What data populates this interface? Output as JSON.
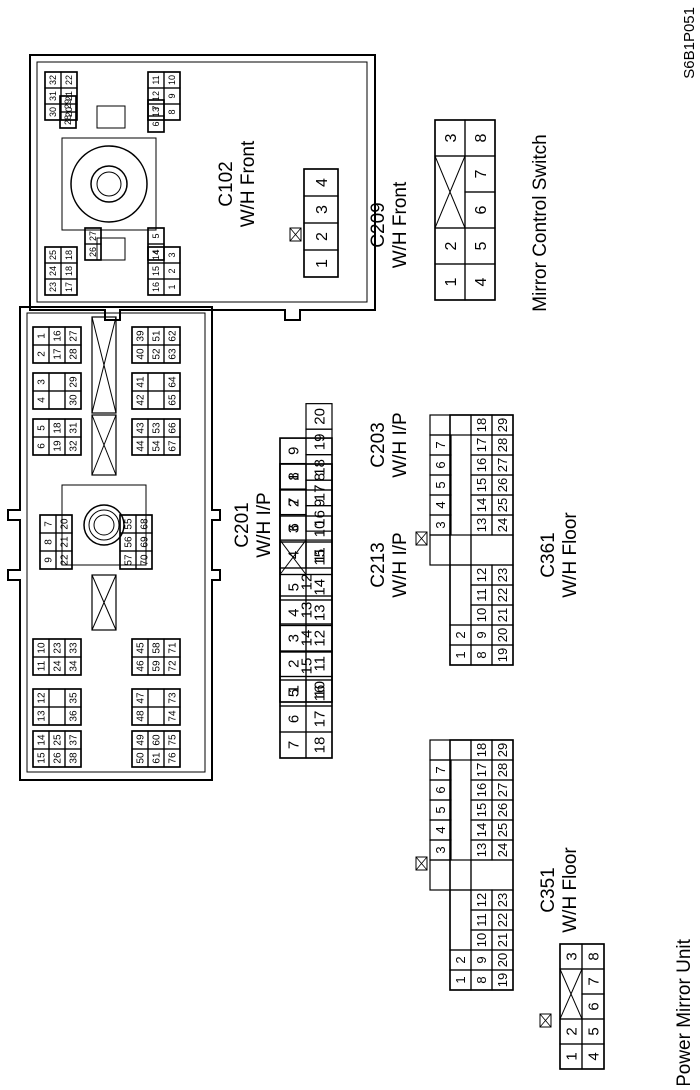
{
  "figure_id": "S6B1P051",
  "connectors": [
    {
      "id": "c201",
      "name": "C201",
      "subtitle": "W/H I/P"
    },
    {
      "id": "c102",
      "name": "C102",
      "subtitle": "W/H Front"
    },
    {
      "id": "c203",
      "name": "C203",
      "subtitle": "W/H I/P"
    },
    {
      "id": "c213",
      "name": "C213",
      "subtitle": "W/H I/P"
    },
    {
      "id": "c209",
      "name": "C209",
      "subtitle": "W/H Front"
    },
    {
      "id": "c351",
      "name": "C351",
      "subtitle": "W/H Floor"
    },
    {
      "id": "c361",
      "name": "C361",
      "subtitle": "W/H Floor"
    },
    {
      "id": "mirror",
      "name": "Mirror Control Switch",
      "subtitle": ""
    },
    {
      "id": "pmu",
      "name": "Power Mirror Unit",
      "subtitle": ""
    }
  ],
  "pins": {
    "c201": {
      "g1": [
        [
          "15",
          "14"
        ],
        [
          "26",
          "25"
        ],
        [
          "38",
          "37"
        ]
      ],
      "g2": [
        [
          "13",
          "12"
        ],
        [
          "",
          ""
        ],
        [
          "36",
          "35"
        ]
      ],
      "g3": [
        [
          "11",
          "10"
        ],
        [
          "24",
          "23"
        ],
        [
          "34",
          "33"
        ]
      ],
      "g4": [
        [
          "9",
          "8",
          "7"
        ],
        [
          "22",
          "21",
          "20"
        ]
      ],
      "g5": [
        [
          "6",
          "5"
        ],
        [
          "19",
          "18"
        ],
        [
          "32",
          "31"
        ]
      ],
      "g6": [
        [
          "4",
          "3"
        ],
        [
          "",
          ""
        ],
        [
          "30",
          "29"
        ]
      ],
      "g7": [
        [
          "2",
          "1"
        ],
        [
          "17",
          "16"
        ],
        [
          "28",
          "27"
        ]
      ],
      "g8": [
        [
          "50",
          "49"
        ],
        [
          "61",
          "60"
        ],
        [
          "76",
          "75"
        ]
      ],
      "g9": [
        [
          "48",
          "47"
        ],
        [
          "",
          ""
        ],
        [
          "74",
          "73"
        ]
      ],
      "g10": [
        [
          "46",
          "45"
        ],
        [
          "59",
          "58"
        ],
        [
          "72",
          "71"
        ]
      ],
      "g11": [
        [
          "57",
          "56",
          "55"
        ],
        [
          "70",
          "69",
          "68"
        ]
      ],
      "g12": [
        [
          "44",
          "43"
        ],
        [
          "54",
          "53"
        ],
        [
          "67",
          "66"
        ]
      ],
      "g13": [
        [
          "42",
          "41"
        ],
        [
          "",
          ""
        ],
        [
          "65",
          "64"
        ]
      ],
      "g14": [
        [
          "40",
          "39"
        ],
        [
          "52",
          "51"
        ],
        [
          "63",
          "62"
        ]
      ]
    },
    "c102": {
      "a": [
        [
          "23",
          "24",
          "25"
        ],
        [
          "17",
          "18",
          "18"
        ]
      ],
      "b": [
        [
          "26",
          "27"
        ]
      ],
      "c": [
        [
          "28",
          "29"
        ]
      ],
      "d": [
        [
          "30",
          "31",
          "32"
        ],
        [
          "20",
          "21",
          "22"
        ]
      ],
      "e": [
        [
          "16",
          "15",
          "14"
        ],
        [
          "1",
          "2",
          "3"
        ]
      ],
      "f": [
        [
          "4",
          "5"
        ]
      ],
      "g": [
        [
          "6",
          "7"
        ]
      ],
      "h": [
        [
          "13",
          "12",
          "11"
        ],
        [
          "8",
          "9",
          "10"
        ]
      ]
    },
    "c203": {
      "top": [
        "7",
        "6",
        "5",
        "",
        "15",
        "14",
        "13",
        "12",
        "4",
        "3",
        "2",
        "1"
      ],
      "bottom": [
        "18",
        "17",
        "16",
        "",
        "",
        "",
        "",
        "",
        "11",
        "10",
        "9",
        "8"
      ]
    },
    "c213": {
      "top": [
        "1",
        "2",
        "3",
        "4",
        "5",
        "",
        "6",
        "7",
        "8",
        "9"
      ],
      "bottom": [
        "10",
        "11",
        "12",
        "13",
        "14",
        "15",
        "16",
        "17",
        "18",
        "19",
        "20"
      ]
    },
    "c209": [
      "1",
      "2",
      "3",
      "4"
    ],
    "c351": {
      "r1": [
        "1",
        "2"
      ],
      "r1b": [
        "3",
        "4",
        "5",
        "6",
        "7"
      ],
      "r2": [
        "8",
        "9",
        "10",
        "11",
        "12"
      ],
      "r2b": [
        "13",
        "14",
        "15",
        "16",
        "17",
        "18"
      ],
      "r3": [
        "19",
        "20",
        "21",
        "22",
        "23"
      ],
      "r3b": [
        "24",
        "25",
        "26",
        "27",
        "28",
        "29"
      ]
    },
    "c361": {
      "r1": [
        "1",
        "2"
      ],
      "r1b": [
        "3",
        "4",
        "5",
        "6",
        "7"
      ],
      "r2": [
        "8",
        "9",
        "10",
        "11",
        "12"
      ],
      "r2b": [
        "13",
        "14",
        "15",
        "16",
        "17",
        "18"
      ],
      "r3": [
        "19",
        "20",
        "21",
        "22",
        "23"
      ],
      "r3b": [
        "24",
        "25",
        "26",
        "27",
        "28",
        "29"
      ]
    },
    "mirror": [
      [
        "1",
        "2",
        "",
        "3"
      ],
      [
        "4",
        "5",
        "6",
        "7",
        "8"
      ]
    ],
    "pmu": [
      [
        "1",
        "2",
        "",
        "3"
      ],
      [
        "4",
        "5",
        "6",
        "7",
        "8"
      ]
    ]
  }
}
